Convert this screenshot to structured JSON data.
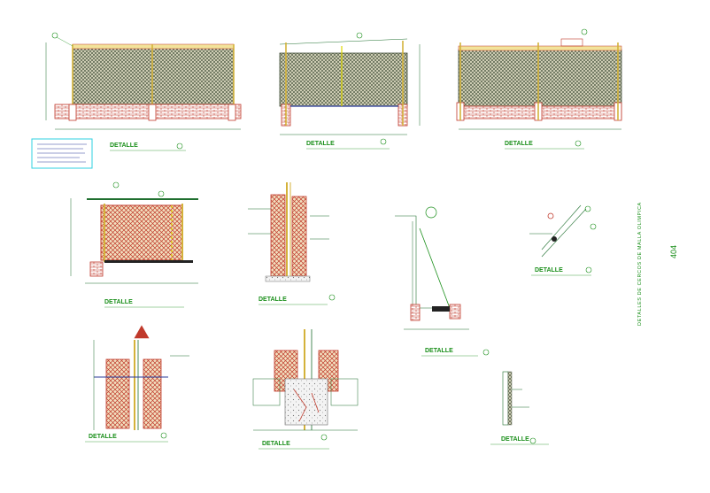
{
  "drawing": {
    "detail_label": "DETALLE",
    "sheet_title": "DETALLES DE CERCOS DE MALLA OLIMPICA",
    "sheet_number": "404",
    "colors": {
      "background": "#ffffff",
      "mesh": "#3c4a34",
      "mesh_fill": "#c9c7a8",
      "brick": "#c0392b",
      "annotation": "#1a8f1a",
      "dimension": "#1f6f2f",
      "post": "#d4b23a",
      "pipe": "#e0d800",
      "concrete": "#6b6b6b",
      "notes_box": "#2fd0e0",
      "notes_text": "#2a3a9a"
    },
    "details": [
      {
        "id": "elev-1",
        "label": "DETALLE"
      },
      {
        "id": "elev-2",
        "label": "DETALLE"
      },
      {
        "id": "elev-3",
        "label": "DETALLE"
      },
      {
        "id": "gate-panel",
        "label": "DETALLE"
      },
      {
        "id": "post-section",
        "label": "DETALLE"
      },
      {
        "id": "wall-profile",
        "label": "DETALLE"
      },
      {
        "id": "brace-detail",
        "label": "DETALLE"
      },
      {
        "id": "column-detail-1",
        "label": "DETALLE"
      },
      {
        "id": "column-detail-2",
        "label": "DETALLE"
      },
      {
        "id": "small-section",
        "label": "DETALLE"
      }
    ]
  }
}
